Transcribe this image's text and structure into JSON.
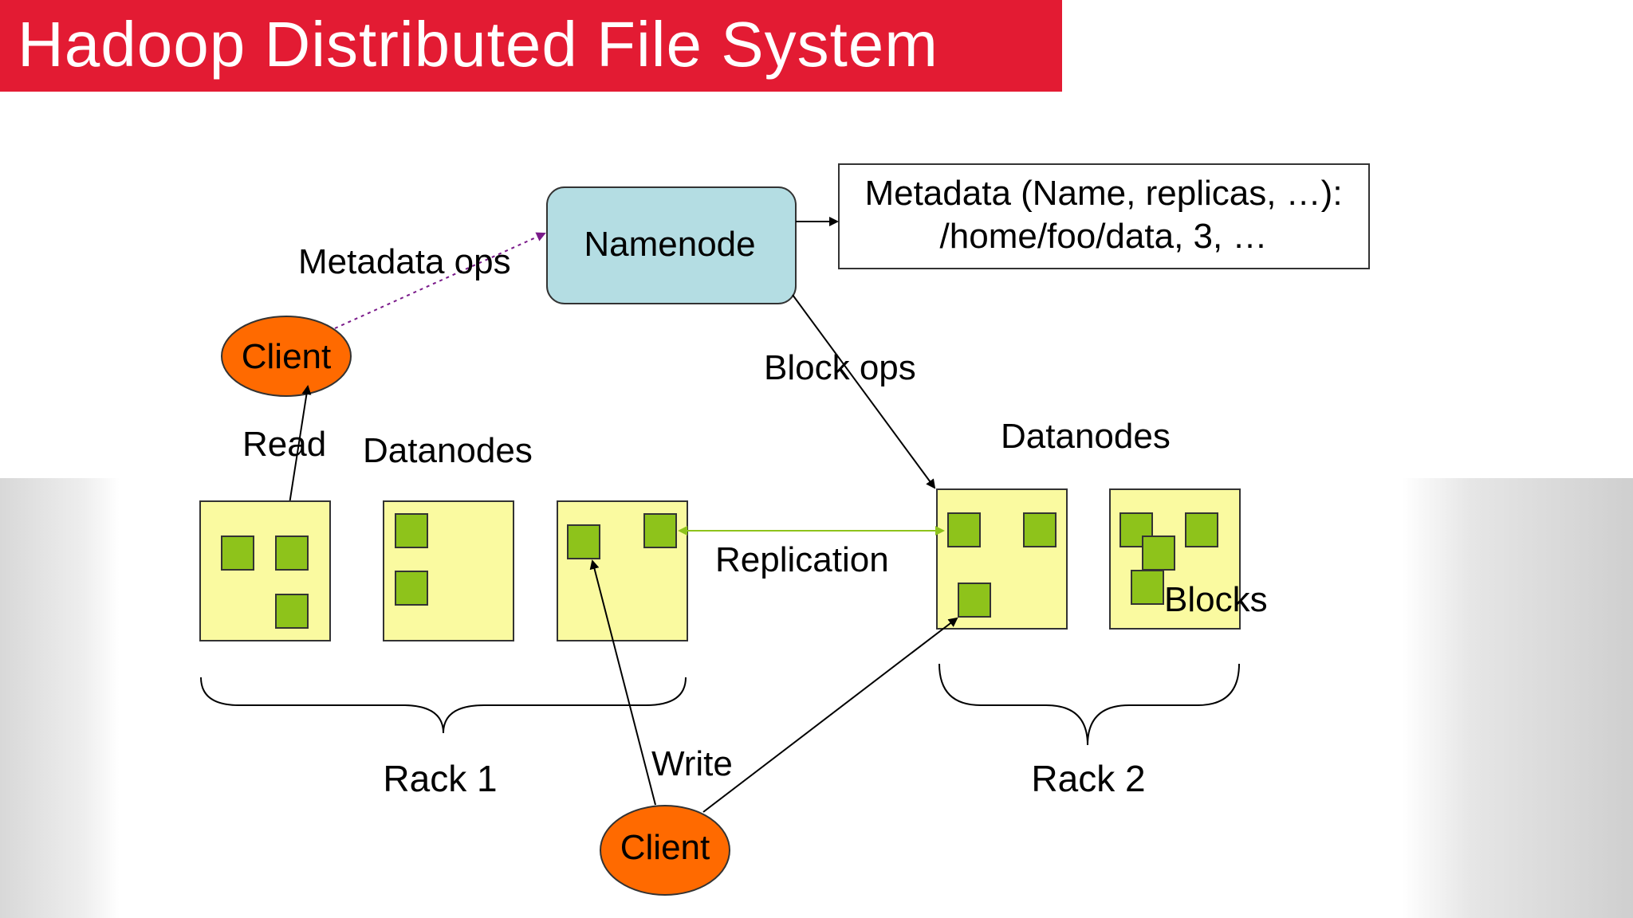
{
  "title": "Hadoop Distributed File System",
  "labels": {
    "namenode": "Namenode",
    "metadata_line1": "Metadata (Name, replicas, …):",
    "metadata_line2": "/home/foo/data, 3, …",
    "metadata_ops": "Metadata ops",
    "block_ops": "Block ops",
    "read": "Read",
    "write": "Write",
    "replication": "Replication",
    "blocks": "Blocks",
    "datanodes_left": "Datanodes",
    "datanodes_right": "Datanodes",
    "rack1": "Rack 1",
    "rack2": "Rack 2",
    "client_top": "Client",
    "client_bottom": "Client"
  },
  "colors": {
    "title_bar": "#e31b33",
    "namenode_fill": "#b4dde3",
    "datanode_fill": "#fafaa0",
    "block_fill": "#8ec31b",
    "client_fill": "#ff6a00",
    "replication_arrow": "#8ec31b",
    "metadata_ops_arrow": "#7a1a8a"
  }
}
